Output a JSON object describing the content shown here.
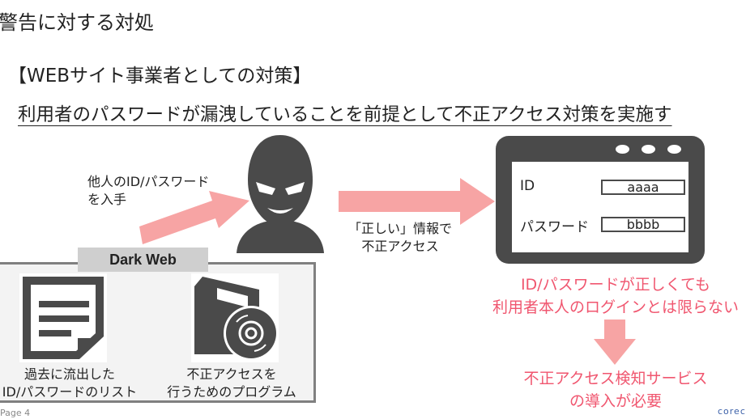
{
  "slide": {
    "title": "警告に対する対処",
    "section_heading": "【WEBサイト事業者としての対策】",
    "premise": "利用者のパスワードが漏洩していることを前提として不正アクセス対策を実施す",
    "page_label": "Page 4",
    "logo_text": "coreco"
  },
  "attacker": {
    "obtain_line1": "他人のID/パスワード",
    "obtain_line2": "を入手",
    "access_line1": "「正しい」情報で",
    "access_line2": "不正アクセス"
  },
  "dark_web": {
    "label": "Dark Web",
    "items": [
      {
        "icon": "document-icon",
        "line1": "過去に流出した",
        "line2": "ID/パスワードのリスト"
      },
      {
        "icon": "software-package-icon",
        "line1": "不正アクセスを",
        "line2": "行うためのプログラム"
      }
    ]
  },
  "login_window": {
    "id_label": "ID",
    "id_value": "aaaa",
    "password_label": "パスワード",
    "password_value": "bbbb"
  },
  "conclusion": {
    "line1": "ID/パスワードが正しくても",
    "line2": "利用者本人のログインとは限らない",
    "result_line1": "不正アクセス検知サービス",
    "result_line2": "の導入が必要"
  },
  "colors": {
    "arrow": "#f7a4a4",
    "accent_red": "#f0566f",
    "icon_dark": "#4a4a4a"
  }
}
